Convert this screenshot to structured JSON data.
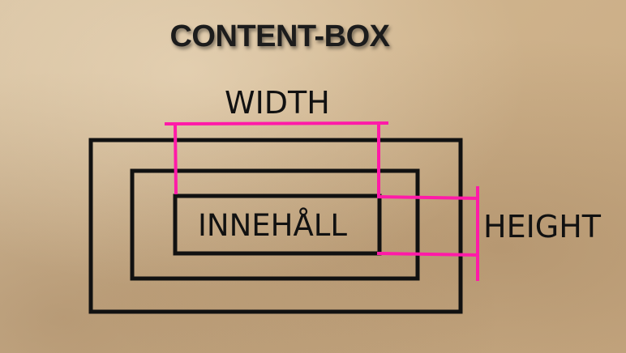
{
  "title": "CONTENT-BOX",
  "labels": {
    "width": "WIDTH",
    "height": "HEIGHT",
    "content": "INNEHÅLL"
  },
  "colors": {
    "box_stroke": "#111111",
    "measure": "#ff1aa8",
    "background": "#cfb38c"
  }
}
